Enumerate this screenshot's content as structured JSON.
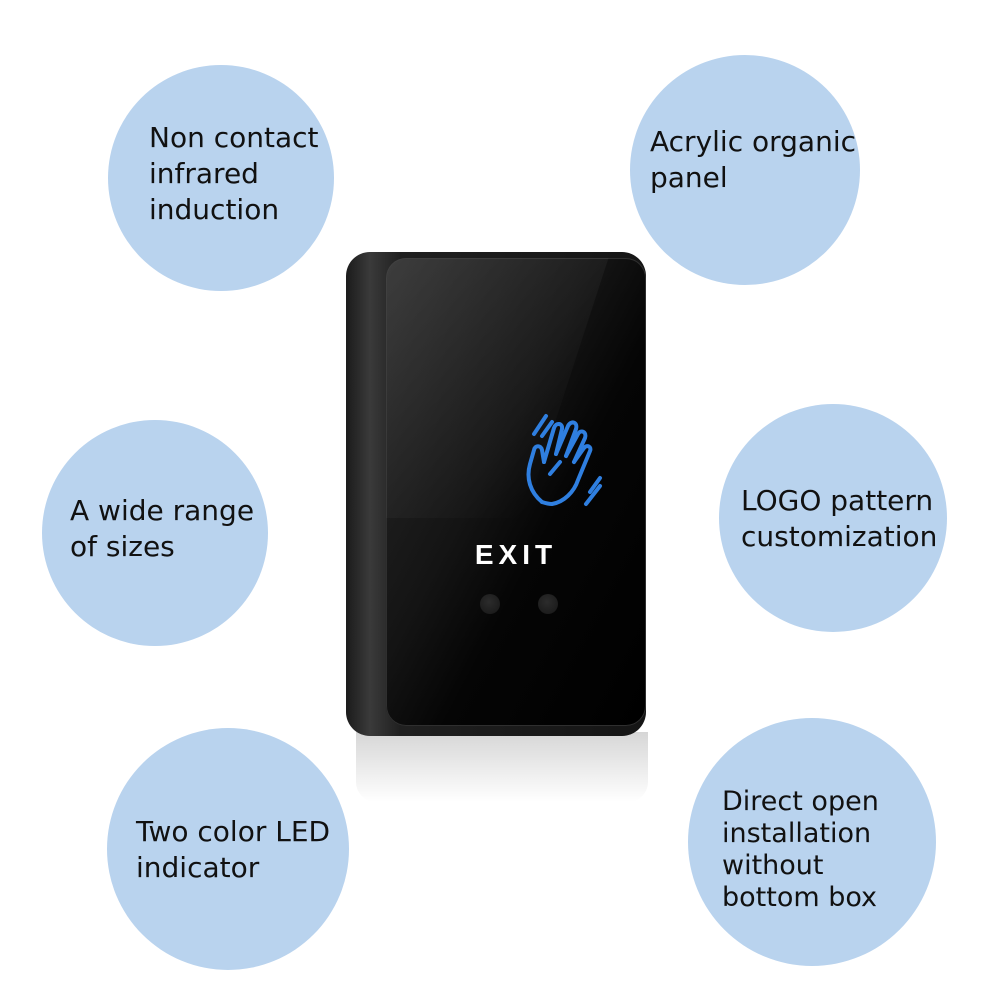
{
  "features": {
    "top_left": "Non contact\ninfrared\ninduction",
    "top_right": "Acrylic organic\npanel",
    "middle_left": "A wide range\nof sizes",
    "middle_right": "LOGO pattern\ncustomization",
    "bottom_left": "Two color LED\nindicator",
    "bottom_right": "Direct open\ninstallation\nwithout\nbottom box"
  },
  "device": {
    "label": "EXIT",
    "icon": "wave-hand-icon",
    "led_count": 2
  },
  "colors": {
    "bubble": "#b9d3ee",
    "icon": "#2f7fe0",
    "device": "#111111"
  }
}
